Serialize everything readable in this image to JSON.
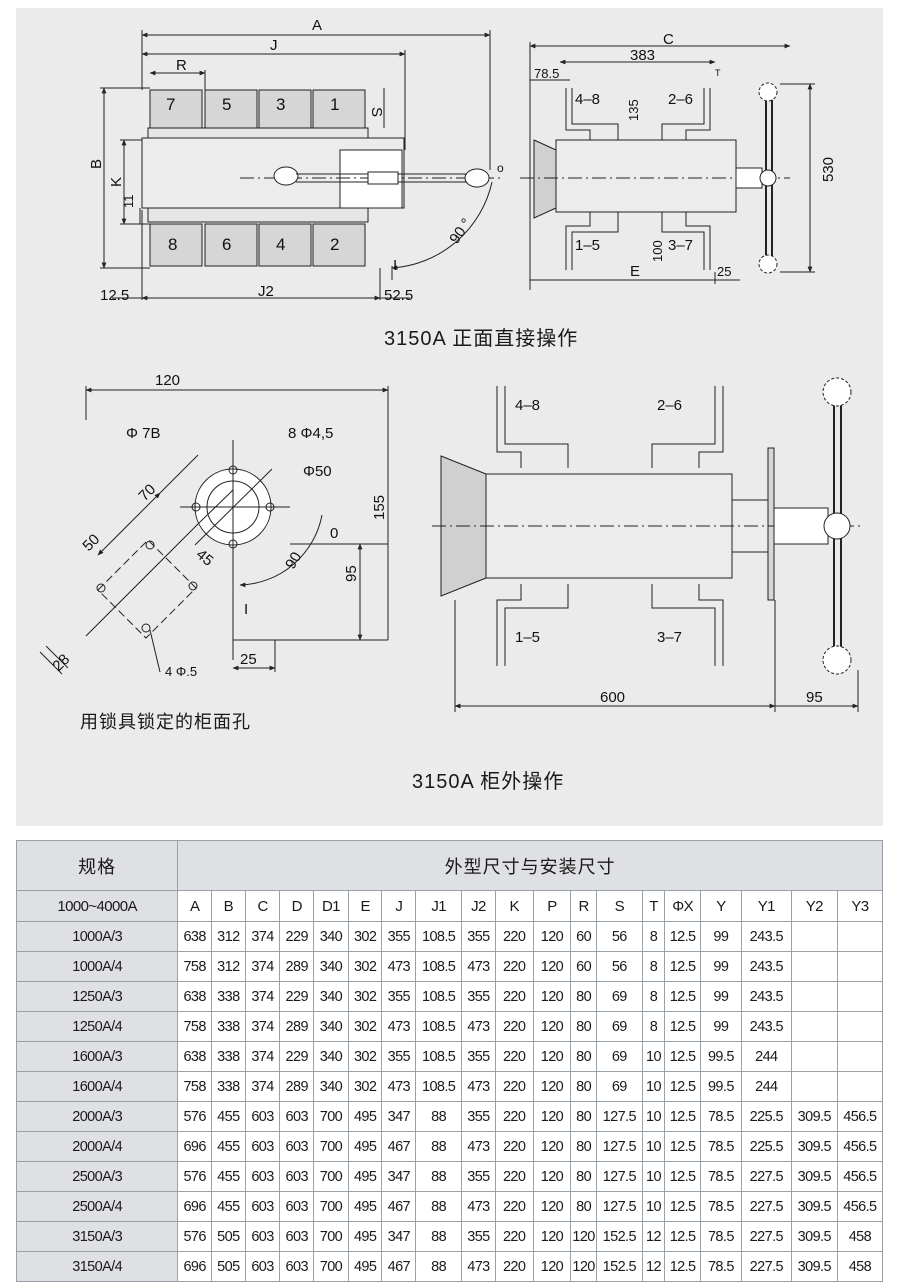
{
  "drawings": {
    "front": {
      "caption": "3150A 正面直接操作",
      "dims": {
        "A": "A",
        "J": "J",
        "R": "R",
        "B": "B",
        "K": "K",
        "S": "S",
        "J2": "J2",
        "d11": "11",
        "d12_5": "12.5",
        "d52_5": "52.5",
        "ang90": "90 °",
        "posI": "I",
        "posO": "o"
      },
      "terminals_top": [
        "7",
        "5",
        "3",
        "1"
      ],
      "terminals_bottom": [
        "8",
        "6",
        "4",
        "2"
      ]
    },
    "side": {
      "dims": {
        "C": "C",
        "d383": "383",
        "d78_5": "78.5",
        "T": "T",
        "d135": "135",
        "d530": "530",
        "d100": "100",
        "E": "E",
        "d25": "25"
      },
      "labels": {
        "p48": "4–8",
        "p26": "2–6",
        "p15": "1–5",
        "p37": "3–7"
      }
    },
    "panel_hole": {
      "caption": "用锁具锁定的柜面孔",
      "dims": {
        "d120": "120",
        "phi_b": "Φ  7B",
        "phi45": "8 Φ4,5",
        "phi50": "Φ50",
        "d70": "70",
        "d50": "50",
        "d45": "45",
        "d90": "90",
        "d0": "0",
        "d155": "155",
        "d95": "95",
        "posI": "I",
        "d28": "28",
        "d25": "25",
        "phi5": "4 Φ.5"
      }
    },
    "external": {
      "caption": "3150A 柜外操作",
      "labels": {
        "p48": "4–8",
        "p26": "2–6",
        "p15": "1–5",
        "p37": "3–7"
      },
      "dims": {
        "d600": "600",
        "d95": "95"
      }
    }
  },
  "table": {
    "title_spec": "规格",
    "title_dims": "外型尺寸与安装尺寸",
    "range": "1000~4000A",
    "columns": [
      "A",
      "B",
      "C",
      "D",
      "D1",
      "E",
      "J",
      "J1",
      "J2",
      "K",
      "P",
      "R",
      "S",
      "T",
      "ΦX",
      "Y",
      "Y1",
      "Y2",
      "Y3"
    ],
    "rows": [
      [
        "1000A/3",
        "638",
        "312",
        "374",
        "229",
        "340",
        "302",
        "355",
        "108.5",
        "355",
        "220",
        "120",
        "60",
        "56",
        "8",
        "12.5",
        "99",
        "243.5",
        "",
        ""
      ],
      [
        "1000A/4",
        "758",
        "312",
        "374",
        "289",
        "340",
        "302",
        "473",
        "108.5",
        "473",
        "220",
        "120",
        "60",
        "56",
        "8",
        "12.5",
        "99",
        "243.5",
        "",
        ""
      ],
      [
        "1250A/3",
        "638",
        "338",
        "374",
        "229",
        "340",
        "302",
        "355",
        "108.5",
        "355",
        "220",
        "120",
        "80",
        "69",
        "8",
        "12.5",
        "99",
        "243.5",
        "",
        ""
      ],
      [
        "1250A/4",
        "758",
        "338",
        "374",
        "289",
        "340",
        "302",
        "473",
        "108.5",
        "473",
        "220",
        "120",
        "80",
        "69",
        "8",
        "12.5",
        "99",
        "243.5",
        "",
        ""
      ],
      [
        "1600A/3",
        "638",
        "338",
        "374",
        "229",
        "340",
        "302",
        "355",
        "108.5",
        "355",
        "220",
        "120",
        "80",
        "69",
        "10",
        "12.5",
        "99.5",
        "244",
        "",
        ""
      ],
      [
        "1600A/4",
        "758",
        "338",
        "374",
        "289",
        "340",
        "302",
        "473",
        "108.5",
        "473",
        "220",
        "120",
        "80",
        "69",
        "10",
        "12.5",
        "99.5",
        "244",
        "",
        ""
      ],
      [
        "2000A/3",
        "576",
        "455",
        "603",
        "603",
        "700",
        "495",
        "347",
        "88",
        "355",
        "220",
        "120",
        "80",
        "127.5",
        "10",
        "12.5",
        "78.5",
        "225.5",
        "309.5",
        "456.5"
      ],
      [
        "2000A/4",
        "696",
        "455",
        "603",
        "603",
        "700",
        "495",
        "467",
        "88",
        "473",
        "220",
        "120",
        "80",
        "127.5",
        "10",
        "12.5",
        "78.5",
        "225.5",
        "309.5",
        "456.5"
      ],
      [
        "2500A/3",
        "576",
        "455",
        "603",
        "603",
        "700",
        "495",
        "347",
        "88",
        "355",
        "220",
        "120",
        "80",
        "127.5",
        "10",
        "12.5",
        "78.5",
        "227.5",
        "309.5",
        "456.5"
      ],
      [
        "2500A/4",
        "696",
        "455",
        "603",
        "603",
        "700",
        "495",
        "467",
        "88",
        "473",
        "220",
        "120",
        "80",
        "127.5",
        "10",
        "12.5",
        "78.5",
        "227.5",
        "309.5",
        "456.5"
      ],
      [
        "3150A/3",
        "576",
        "505",
        "603",
        "603",
        "700",
        "495",
        "347",
        "88",
        "355",
        "220",
        "120",
        "120",
        "152.5",
        "12",
        "12.5",
        "78.5",
        "227.5",
        "309.5",
        "458"
      ],
      [
        "3150A/4",
        "696",
        "505",
        "603",
        "603",
        "700",
        "495",
        "467",
        "88",
        "473",
        "220",
        "120",
        "120",
        "152.5",
        "12",
        "12.5",
        "78.5",
        "227.5",
        "309.5",
        "458"
      ]
    ]
  }
}
